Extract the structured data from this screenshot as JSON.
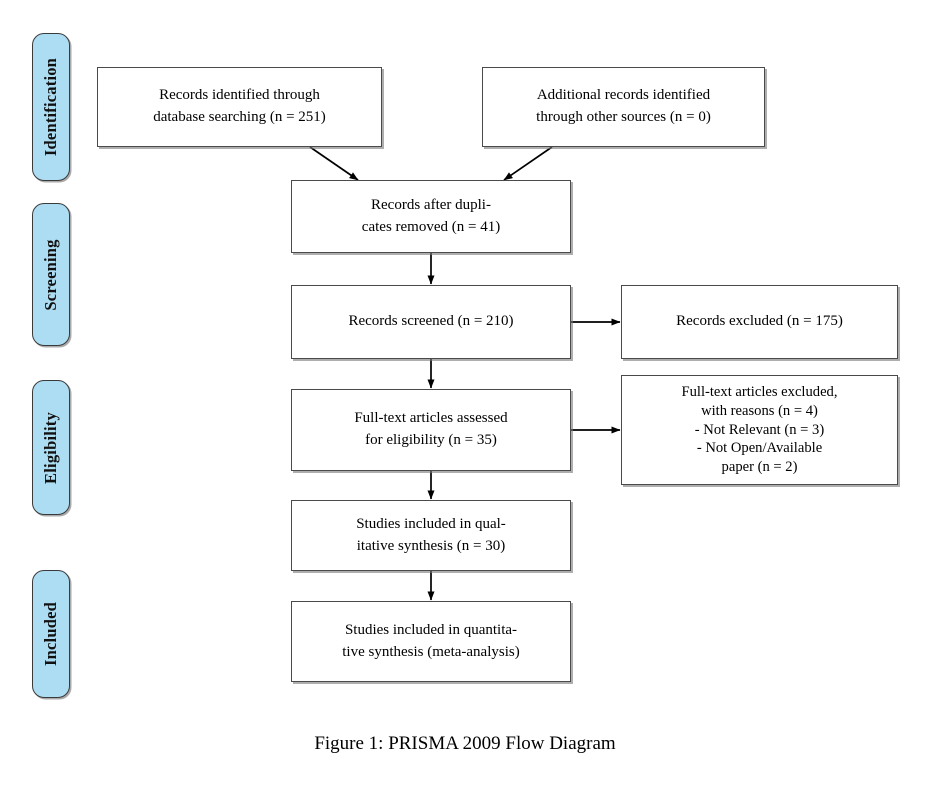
{
  "figure": {
    "caption": "Figure 1:  PRISMA 2009 Flow Diagram",
    "title": "PRISMA 2009 Flow Diagram"
  },
  "colors": {
    "phase_fill": "#ADDDF2",
    "phase_border": "#3a3a3a",
    "box_fill": "#ffffff",
    "box_border": "#4a4a4a",
    "arrow": "#000000",
    "text": "#000000"
  },
  "phases": [
    {
      "id": "identification",
      "label": "Identification"
    },
    {
      "id": "screening",
      "label": "Screening"
    },
    {
      "id": "eligibility",
      "label": "Eligibility"
    },
    {
      "id": "included",
      "label": "Included"
    }
  ],
  "boxes": {
    "records_identified": {
      "text": "Records identified through\ndatabase searching (n = 251)",
      "n": 251
    },
    "additional_records": {
      "text": "Additional records identified\nthrough other sources (n = 0)",
      "n": 0
    },
    "duplicates_removed": {
      "text": "Records after dupli-\ncates removed (n = 41)",
      "n": 41
    },
    "records_screened": {
      "text": "Records screened (n = 210)",
      "n": 210
    },
    "records_excluded": {
      "text": "Records excluded (n = 175)",
      "n": 175
    },
    "fulltext_assessed": {
      "text": "Full-text articles assessed\nfor eligibility (n = 35)",
      "n": 35
    },
    "fulltext_excluded": {
      "text": "Full-text articles excluded,\nwith reasons (n = 4)\n- Not Relevant (n = 3)\n- Not Open/Available\npaper (n = 2)",
      "n": 4,
      "reasons": [
        {
          "label": "Not Relevant",
          "n": 3
        },
        {
          "label": "Not Open/Available paper",
          "n": 2
        }
      ]
    },
    "qualitative_synthesis": {
      "text": "Studies included in qual-\nitative synthesis (n = 30)",
      "n": 30
    },
    "quantitative_synthesis": {
      "text": "Studies included in quantita-\ntive synthesis (meta-analysis)",
      "n": null
    }
  },
  "chart_data": {
    "type": "diagram",
    "title": "PRISMA 2009 Flow Diagram",
    "stages": [
      {
        "phase": "Identification",
        "nodes": [
          {
            "id": "records_identified",
            "label": "Records identified through database searching",
            "n": 251
          },
          {
            "id": "additional_records",
            "label": "Additional records identified through other sources",
            "n": 0
          }
        ]
      },
      {
        "phase": "Screening",
        "nodes": [
          {
            "id": "duplicates_removed",
            "label": "Records after duplicates removed",
            "n": 41
          },
          {
            "id": "records_screened",
            "label": "Records screened",
            "n": 210
          },
          {
            "id": "records_excluded",
            "label": "Records excluded",
            "n": 175
          }
        ]
      },
      {
        "phase": "Eligibility",
        "nodes": [
          {
            "id": "fulltext_assessed",
            "label": "Full-text articles assessed for eligibility",
            "n": 35
          },
          {
            "id": "fulltext_excluded",
            "label": "Full-text articles excluded, with reasons",
            "n": 4
          }
        ]
      },
      {
        "phase": "Included",
        "nodes": [
          {
            "id": "qualitative_synthesis",
            "label": "Studies included in qualitative synthesis",
            "n": 30
          },
          {
            "id": "quantitative_synthesis",
            "label": "Studies included in quantitative synthesis (meta-analysis)",
            "n": null
          }
        ]
      }
    ],
    "edges": [
      {
        "from": "records_identified",
        "to": "duplicates_removed",
        "kind": "diagonal"
      },
      {
        "from": "additional_records",
        "to": "duplicates_removed",
        "kind": "diagonal"
      },
      {
        "from": "duplicates_removed",
        "to": "records_screened",
        "kind": "vertical"
      },
      {
        "from": "records_screened",
        "to": "records_excluded",
        "kind": "horizontal"
      },
      {
        "from": "records_screened",
        "to": "fulltext_assessed",
        "kind": "vertical"
      },
      {
        "from": "fulltext_assessed",
        "to": "fulltext_excluded",
        "kind": "horizontal"
      },
      {
        "from": "fulltext_assessed",
        "to": "qualitative_synthesis",
        "kind": "vertical"
      },
      {
        "from": "qualitative_synthesis",
        "to": "quantitative_synthesis",
        "kind": "vertical"
      }
    ]
  }
}
